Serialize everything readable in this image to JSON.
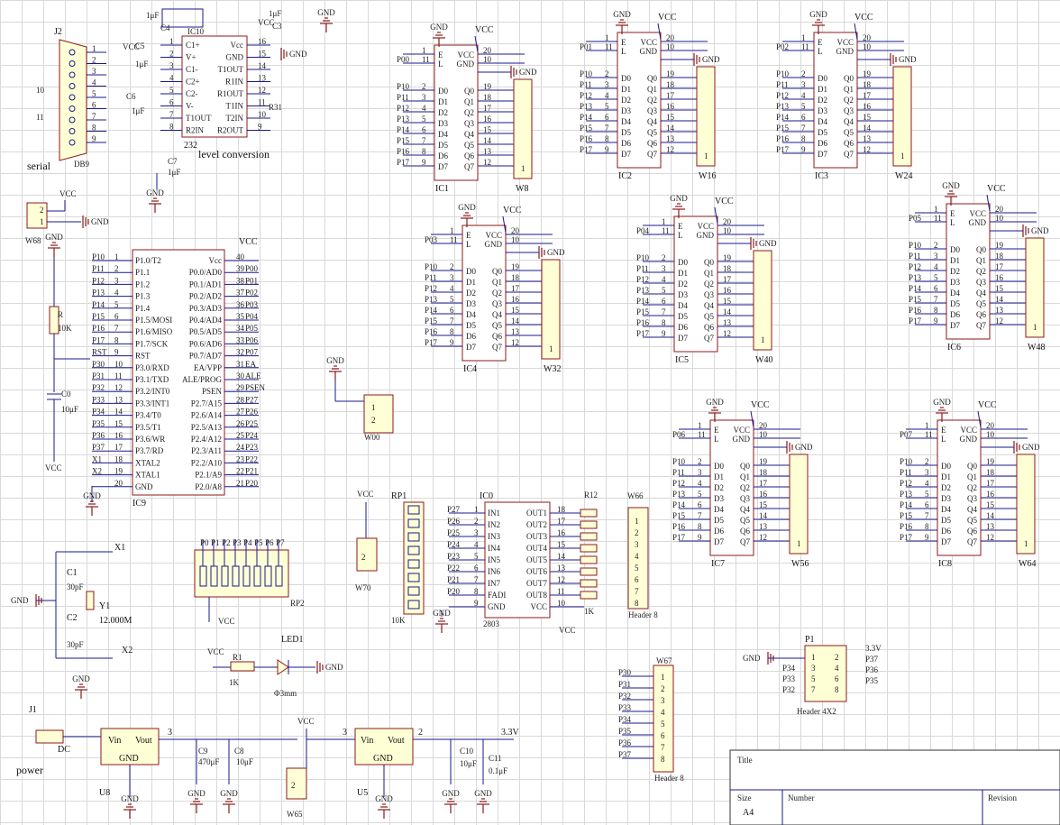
{
  "text": {
    "serial": "serial",
    "level_conversion": "level conversion",
    "power": "power",
    "dc": "DC",
    "j1": "J1",
    "j2": "J2",
    "db9": "DB9",
    "ic10_232": "232",
    "ic10": "IC10",
    "ic9": "IC9",
    "ic0": "IC0",
    "chip_2803": "2803",
    "rp1": "RP1",
    "rp2": "RP2",
    "ten_k": "10K",
    "one_k": "1K",
    "x1": "X1",
    "x2": "X2",
    "y1": "Y1",
    "freq": "12.000M",
    "c1": "C1",
    "c2": "C2",
    "c30pf": "30pF",
    "r": "R",
    "r10k": "10K",
    "c0": "C0",
    "c0v": "10μF",
    "r1": "R1",
    "led1": "LED1",
    "led_size": "Φ3mm",
    "u5": "U5",
    "u8": "U8",
    "c8": "C8",
    "c9": "C9",
    "c9v": "470μF",
    "c8v": "10μF",
    "c10": "C10",
    "c11": "C11",
    "c10v": "10μF",
    "c11v": "0.1μF",
    "v33": "3.3V",
    "vcc": "VCC",
    "gnd": "GND",
    "vin": "Vin",
    "vout": "Vout",
    "header8": "Header 8",
    "header4x2": "Header 4X2",
    "p1": "P1",
    "w67": "W67",
    "w66": "W66",
    "w65": "W65",
    "w70": "W70",
    "w00": "W00",
    "w68": "W68",
    "r12": "R12",
    "title_block": {
      "title": "Title",
      "size": "Size",
      "size_value": "A4",
      "number": "Number",
      "revision": "Revision"
    }
  },
  "latches": [
    {
      "ic": "IC1",
      "w": "W8",
      "p": "P00"
    },
    {
      "ic": "IC2",
      "w": "W16",
      "p": "P01"
    },
    {
      "ic": "IC3",
      "w": "W24",
      "p": "P02"
    },
    {
      "ic": "IC4",
      "w": "W32",
      "p": "P03"
    },
    {
      "ic": "IC5",
      "w": "W40",
      "p": "P04"
    },
    {
      "ic": "IC6",
      "w": "W48",
      "p": "P05"
    },
    {
      "ic": "IC7",
      "w": "W56",
      "p": "P06"
    },
    {
      "ic": "IC8",
      "w": "W64",
      "p": "P07"
    }
  ],
  "latch_pins_left": [
    "E",
    "L",
    "D0",
    "D1",
    "D2",
    "D3",
    "D4",
    "D5",
    "D6",
    "D7"
  ],
  "latch_pins_right": [
    "VCC",
    "GND",
    "Q0",
    "Q1",
    "Q2",
    "Q3",
    "Q4",
    "Q5",
    "Q6",
    "Q7"
  ],
  "latch_nums_left": [
    "1",
    "11",
    "2",
    "3",
    "4",
    "5",
    "6",
    "7",
    "8",
    "9"
  ],
  "latch_nums_right": [
    "20",
    "10",
    "19",
    "18",
    "17",
    "16",
    "15",
    "14",
    "13",
    "12"
  ],
  "latch_nets": [
    "P10",
    "P11",
    "P12",
    "P13",
    "P14",
    "P15",
    "P16",
    "P17"
  ],
  "mcu_left": [
    "P1.0/T2",
    "P1.1",
    "P1.2",
    "P1.3",
    "P1.4",
    "P1.5/MOSI",
    "P1.6/MISO",
    "P1.7/SCK",
    "RST",
    "P3.0/RXD",
    "P3.1/TXD",
    "P3.2/INT0",
    "P3.3/INT1",
    "P3.4/T0",
    "P3.5/T1",
    "P3.6/WR",
    "P3.7/RD",
    "XTAL2",
    "XTAL1",
    "GND"
  ],
  "mcu_right": [
    "Vcc",
    "P0.0/AD0",
    "P0.1/AD1",
    "P0.2/AD2",
    "P0.3/AD3",
    "P0.4/AD4",
    "P0.5/AD5",
    "P0.6/AD6",
    "P0.7/AD7",
    "EA/VPP",
    "ALE/PROG",
    "PSEN",
    "P2.7/A15",
    "P2.6/A14",
    "P2.5/A13",
    "P2.4/A12",
    "P2.3/A11",
    "P2.2/A10",
    "P2.1/A9",
    "P2.0/A8"
  ],
  "mcu_left_nets": [
    "P10",
    "P11",
    "P12",
    "P13",
    "P14",
    "P15",
    "P16",
    "P17",
    "RST",
    "P30",
    "P31",
    "P32",
    "P33",
    "P34",
    "P35",
    "P36",
    "P37",
    "X1",
    "X2",
    ""
  ],
  "mcu_right_nets": [
    "VCC",
    "P00",
    "P01",
    "P02",
    "P03",
    "P04",
    "P05",
    "P06",
    "P07",
    "EA",
    "ALE",
    "PSEN",
    "P27",
    "P26",
    "P25",
    "P24",
    "P23",
    "P22",
    "P21",
    "P20"
  ],
  "mcu_left_nums": [
    "1",
    "2",
    "3",
    "4",
    "5",
    "6",
    "7",
    "8",
    "9",
    "10",
    "11",
    "12",
    "13",
    "14",
    "15",
    "16",
    "17",
    "18",
    "19",
    "20"
  ],
  "mcu_right_nums": [
    "40",
    "39",
    "38",
    "37",
    "36",
    "35",
    "34",
    "33",
    "32",
    "31",
    "30",
    "29",
    "28",
    "27",
    "26",
    "25",
    "24",
    "23",
    "22",
    "21"
  ],
  "max232_left": [
    "C1+",
    "V+",
    "C1-",
    "C2+",
    "C2-",
    "V-",
    "T1OUT",
    "R2IN"
  ],
  "max232_right": [
    "Vcc",
    "GND",
    "T1OUT",
    "R1IN",
    "R1OUT",
    "T1IN",
    "T2IN",
    "R2OUT"
  ],
  "uln_in": [
    "IN1",
    "IN2",
    "IN3",
    "IN4",
    "IN5",
    "IN6",
    "IN7",
    "FADI",
    "GND"
  ],
  "uln_out": [
    "OUT1",
    "OUT2",
    "OUT3",
    "OUT4",
    "OUT5",
    "OUT6",
    "OUT7",
    "OUT8",
    "VCC"
  ],
  "uln_nets": [
    "P27",
    "P26",
    "P25",
    "P24",
    "P23",
    "P22",
    "P21",
    "P20"
  ],
  "p1_nets_left": [
    "P34",
    "P33",
    "P32"
  ],
  "p1_nets_right": [
    "P37",
    "P36",
    "P35"
  ],
  "w67_nets": [
    "P30",
    "P31",
    "P32",
    "P33",
    "P34",
    "P35",
    "P36",
    "P37"
  ]
}
